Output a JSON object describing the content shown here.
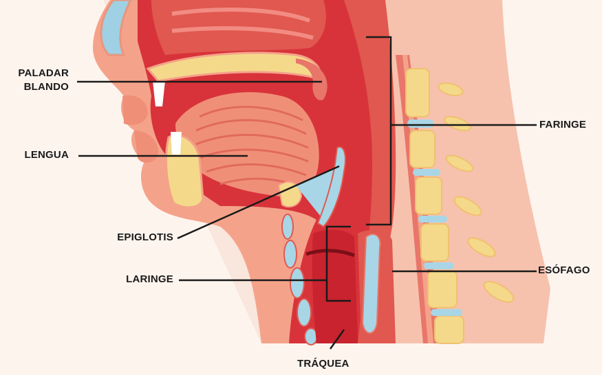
{
  "labels": {
    "paladar_blando": [
      "PALADAR",
      "BLANDO"
    ],
    "lengua": "LENGUA",
    "epiglotis": "EPIGLOTIS",
    "laringe": "LARINGE",
    "traquea": "TRÁQUEA",
    "faringe": "FARINGE",
    "esofago": "ESÓFAGO"
  },
  "colors": {
    "background": "#fdf4ee",
    "skin": "#f4a38a",
    "tissue": "#e0584f",
    "cavity": "#d8333a",
    "bone": "#f4d98a",
    "cartilage": "#a8d6e6",
    "leader_line": "#1a1a1a"
  }
}
